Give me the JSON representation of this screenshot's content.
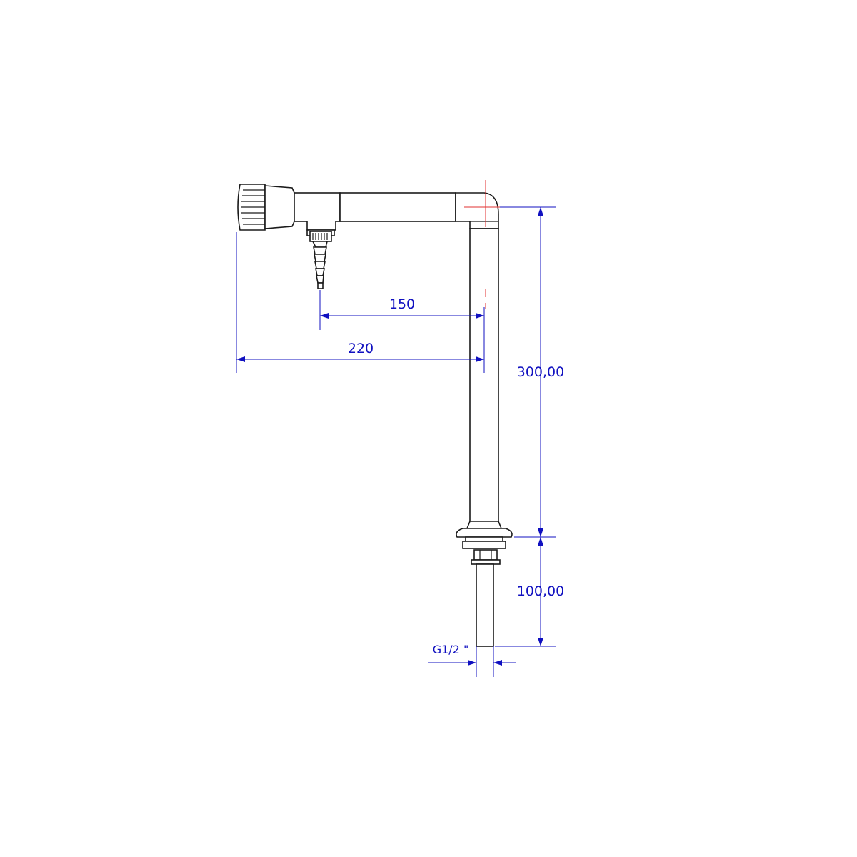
{
  "colors": {
    "dimension": "#1010c0",
    "outline": "#1a1a1a",
    "center_mark": "#e03030"
  },
  "dimensions": {
    "outlet_offset": "150",
    "overall_reach": "220",
    "column_height": "300,00",
    "shank_length": "100,00",
    "thread": "G1/2 \""
  }
}
